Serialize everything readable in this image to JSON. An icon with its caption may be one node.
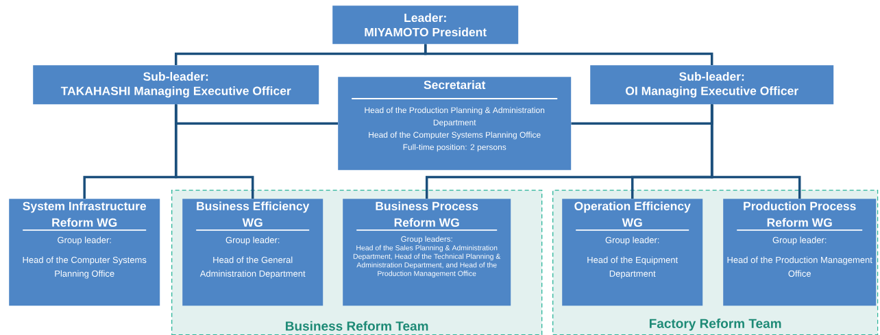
{
  "diagram": {
    "nodes": [
      {
        "text": [
          "Leader:",
          "MIYAMOTO President"
        ]
      },
      {
        "text": [
          "Sub-leader:",
          "TAKAHASHI Managing Executive Officer"
        ]
      },
      {
        "text": [
          "Secretariat",
          "Head of the Production Planning & Administration Department",
          "Head of the Computer Systems Planning Office",
          "Full-time position: 2 persons"
        ]
      },
      {
        "text": [
          "Sub-leader:",
          "OI Managing Executive Officer"
        ]
      },
      {
        "text": [
          "Business Reform Team"
        ]
      },
      {
        "text": [
          "Factory Reform Team"
        ]
      },
      {
        "text": [
          "System Infrastructure Reform WG",
          "Group leader:",
          "Head of the Computer Systems Planning Office"
        ]
      },
      {
        "text": [
          "Business Efficiency WG",
          "Group leader:",
          "Head of the General Administration Department"
        ],
        "in": 4
      },
      {
        "text": [
          "Business Process Reform WG",
          "Group leaders:",
          "Head of the Sales Planning & Administration Department, Head of the Technical Planning & Administration Department, and Head of the Production Management Office"
        ],
        "in": 4
      },
      {
        "text": [
          "Operation Efficiency WG",
          "Group leader:",
          "Head of the Equipment Department"
        ],
        "in": 5
      },
      {
        "text": [
          "Production Process Reform WG",
          "Group leader:",
          "Head of the Production Management Office"
        ],
        "in": 5
      }
    ],
    "edges": [
      {
        "from": 0,
        "to": 1,
        "arrow": "none"
      },
      {
        "from": 0,
        "to": 3,
        "arrow": "none"
      },
      {
        "from": 1,
        "to": 2,
        "arrow": "none"
      },
      {
        "from": 3,
        "to": 2,
        "arrow": "none"
      },
      {
        "from": 1,
        "to": 6,
        "arrow": "none"
      },
      {
        "from": 1,
        "to": 7,
        "arrow": "none"
      },
      {
        "from": 3,
        "to": 8,
        "arrow": "none"
      },
      {
        "from": 3,
        "to": 9,
        "arrow": "none"
      },
      {
        "from": 3,
        "to": 10,
        "arrow": "none"
      }
    ]
  }
}
